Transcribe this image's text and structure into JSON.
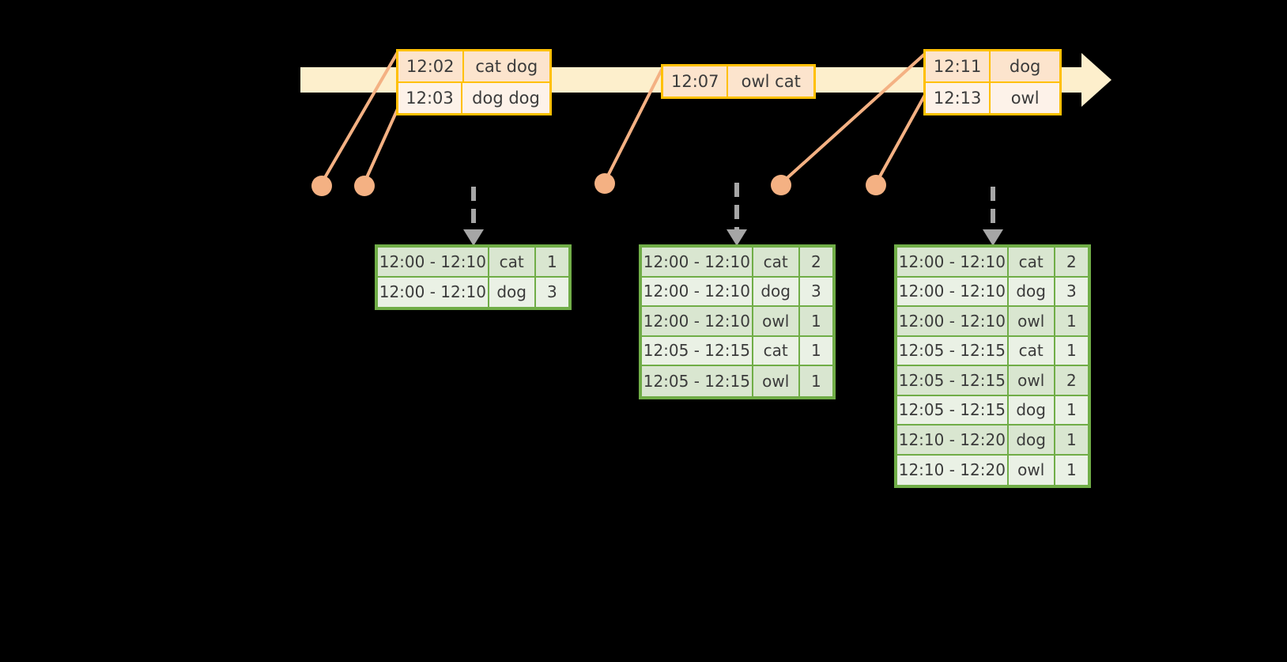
{
  "colors": {
    "background": "#000000",
    "timeline_fill": "#FDEFCC",
    "event_border": "#FFC000",
    "event_fill_a": "#FCE4CD",
    "event_fill_b": "#FDF2E9",
    "dot": "#F4B183",
    "connector_line": "#F4B183",
    "table_border": "#70AD47",
    "table_fill_dark": "#D9E6D0",
    "table_fill_light": "#EAF1E5",
    "dashed_arrow": "#A6A6A6",
    "text": "#3B3B3B"
  },
  "timeline": {
    "events": [
      {
        "id": "event-group-1",
        "rows": [
          {
            "time": "12:02",
            "payload": "cat dog"
          },
          {
            "time": "12:03",
            "payload": "dog dog"
          }
        ]
      },
      {
        "id": "event-group-2",
        "rows": [
          {
            "time": "12:07",
            "payload": "owl cat"
          }
        ]
      },
      {
        "id": "event-group-3",
        "rows": [
          {
            "time": "12:11",
            "payload": "dog"
          },
          {
            "time": "12:13",
            "payload": "owl"
          }
        ]
      }
    ]
  },
  "results": [
    {
      "id": "result-table-1",
      "rows": [
        {
          "range": "12:00 - 12:10",
          "key": "cat",
          "count": "1"
        },
        {
          "range": "12:00 - 12:10",
          "key": "dog",
          "count": "3"
        }
      ]
    },
    {
      "id": "result-table-2",
      "rows": [
        {
          "range": "12:00 - 12:10",
          "key": "cat",
          "count": "2"
        },
        {
          "range": "12:00 - 12:10",
          "key": "dog",
          "count": "3"
        },
        {
          "range": "12:00 - 12:10",
          "key": "owl",
          "count": "1"
        },
        {
          "range": "12:05 - 12:15",
          "key": "cat",
          "count": "1"
        },
        {
          "range": "12:05 - 12:15",
          "key": "owl",
          "count": "1"
        }
      ]
    },
    {
      "id": "result-table-3",
      "rows": [
        {
          "range": "12:00 - 12:10",
          "key": "cat",
          "count": "2"
        },
        {
          "range": "12:00 - 12:10",
          "key": "dog",
          "count": "3"
        },
        {
          "range": "12:00 - 12:10",
          "key": "owl",
          "count": "1"
        },
        {
          "range": "12:05 - 12:15",
          "key": "cat",
          "count": "1"
        },
        {
          "range": "12:05 - 12:15",
          "key": "owl",
          "count": "2"
        },
        {
          "range": "12:05 - 12:15",
          "key": "dog",
          "count": "1"
        },
        {
          "range": "12:10 - 12:20",
          "key": "dog",
          "count": "1"
        },
        {
          "range": "12:10 - 12:20",
          "key": "owl",
          "count": "1"
        }
      ]
    }
  ]
}
